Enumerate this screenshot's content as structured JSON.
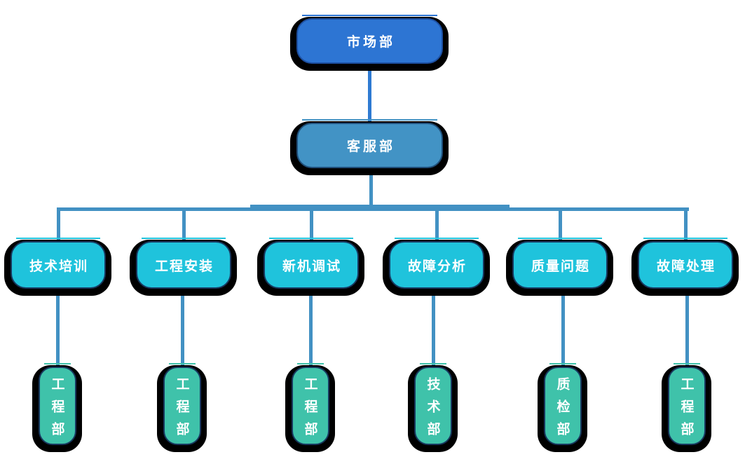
{
  "diagram": {
    "type": "org-chart",
    "root": {
      "label": "市场部"
    },
    "level2": {
      "label": "客服部"
    },
    "level3": [
      {
        "label": "技术培训"
      },
      {
        "label": "工程安装"
      },
      {
        "label": "新机调试"
      },
      {
        "label": "故障分析"
      },
      {
        "label": "质量问题"
      },
      {
        "label": "故障处理"
      }
    ],
    "level4": [
      {
        "label": "工程部"
      },
      {
        "label": "工程部"
      },
      {
        "label": "工程部"
      },
      {
        "label": "技术部"
      },
      {
        "label": "质检部"
      },
      {
        "label": "工程部"
      }
    ],
    "colors": {
      "root_fill": "#2d75d3",
      "root_border": "#1d4fa1",
      "level2_fill": "#4293c5",
      "level2_border": "#1f4e79",
      "level3_fill": "#1fc3dc",
      "level3_border": "#17375e",
      "level4_fill": "#3fc2aa",
      "level4_border": "#17375e",
      "connector_blue": "#2e7ad2",
      "connector_steel": "#4291c3",
      "shadow": "#000000",
      "text": "#ffffff",
      "background": "#ffffff"
    }
  }
}
